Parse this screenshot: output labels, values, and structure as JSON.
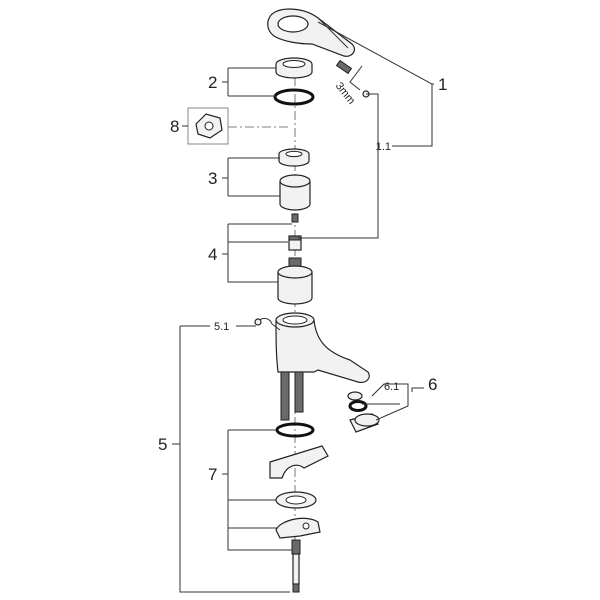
{
  "labels": {
    "l1": "1",
    "l1_1": "1.1",
    "l2": "2",
    "l3": "3",
    "l4": "4",
    "l5": "5",
    "l5_1": "5.1",
    "l6": "6",
    "l6_1": "6.1",
    "l7": "7",
    "l8": "8",
    "tool_size": "3mm"
  },
  "colors": {
    "line": "#333333",
    "part_fill": "#f2f2f2",
    "part_dark": "#6a6a6a"
  }
}
